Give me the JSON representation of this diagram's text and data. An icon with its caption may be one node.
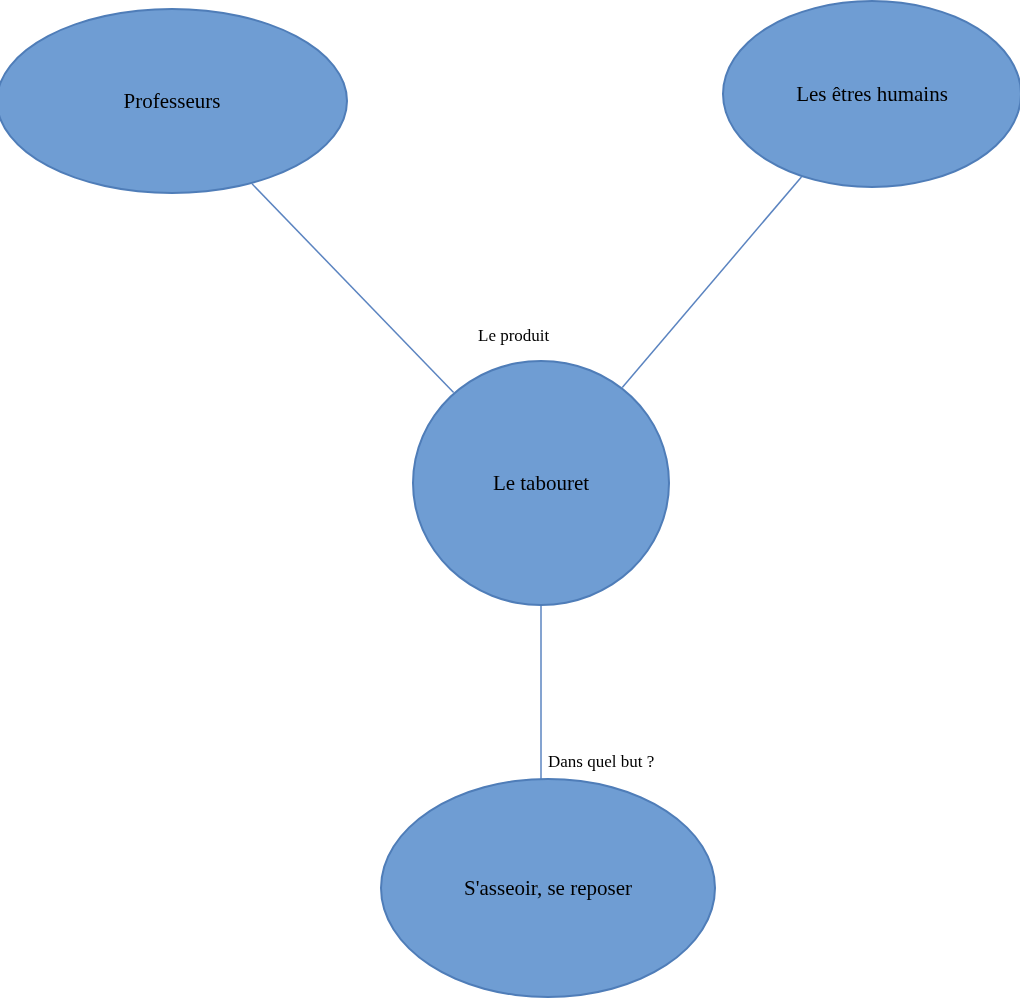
{
  "diagram": {
    "nodes": [
      {
        "text": [
          "Professeurs"
        ]
      },
      {
        "text": [
          "Les êtres humains"
        ]
      },
      {
        "text": [
          "Le tabouret"
        ],
        "beside": [
          "Le produit"
        ]
      },
      {
        "text": [
          "S'asseoir, se reposer"
        ]
      }
    ],
    "edges": [
      {
        "from": 0,
        "to": 2,
        "arrow": "none"
      },
      {
        "from": 1,
        "to": 2,
        "arrow": "none"
      },
      {
        "from": 2,
        "to": 3,
        "arrow": "none",
        "label": "Dans quel but ?"
      }
    ]
  }
}
